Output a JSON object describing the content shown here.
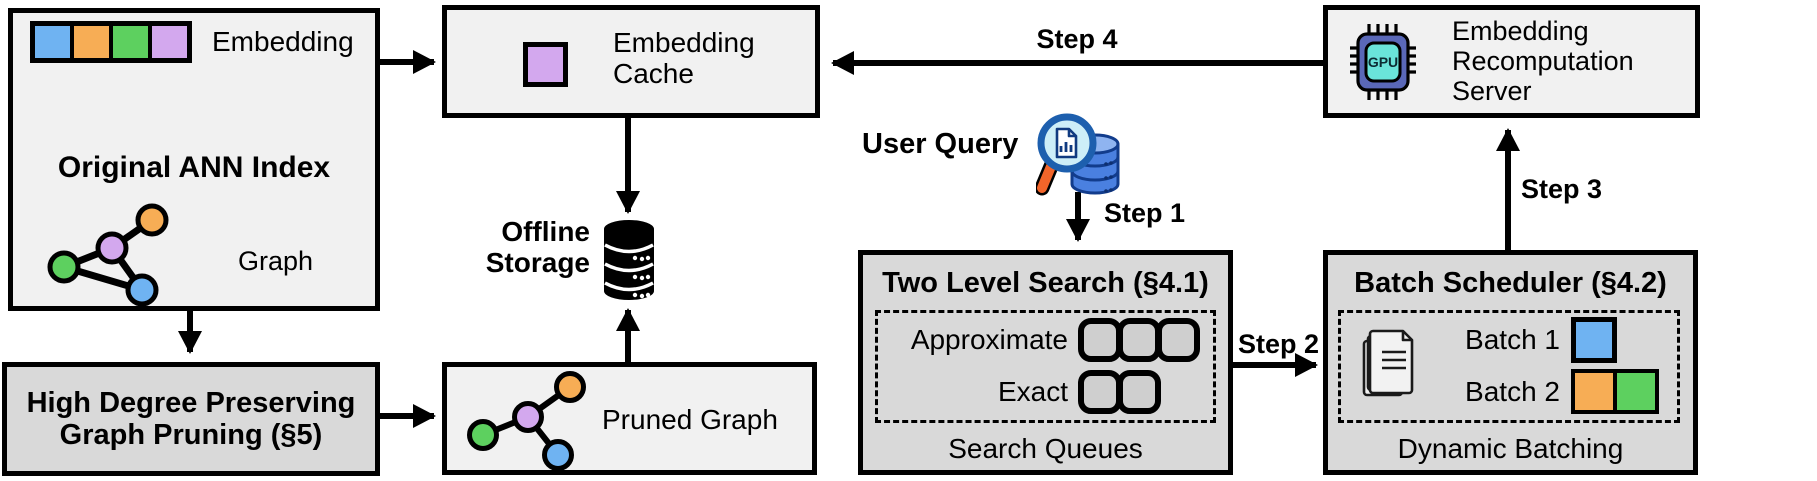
{
  "diagram": {
    "original_ann_index": {
      "title": "Original ANN Index",
      "embedding_label": "Embedding",
      "graph_label": "Graph"
    },
    "high_degree_pruning": {
      "title_line1": "High Degree Preserving",
      "title_line2": "Graph Pruning (§5)"
    },
    "embedding_cache": {
      "title_line1": "Embedding",
      "title_line2": "Cache"
    },
    "offline_storage": {
      "title_line1": "Offline",
      "title_line2": "Storage"
    },
    "pruned_graph": {
      "title": "Pruned Graph"
    },
    "user_query": {
      "title": "User Query"
    },
    "two_level_search": {
      "title": "Two Level Search (§4.1)",
      "approximate_label": "Approximate",
      "exact_label": "Exact",
      "footer": "Search Queues",
      "approximate_queue_count": 3,
      "exact_queue_count": 2
    },
    "batch_scheduler": {
      "title": "Batch Scheduler (§4.2)",
      "batch1_label": "Batch 1",
      "batch2_label": "Batch 2",
      "footer": "Dynamic Batching"
    },
    "recomputation_server": {
      "title_line1": "Embedding",
      "title_line2": "Recomputation",
      "title_line3": "Server",
      "chip_label": "GPU"
    },
    "steps": {
      "step1": "Step 1",
      "step2": "Step 2",
      "step3": "Step 3",
      "step4": "Step 4"
    }
  },
  "colors": {
    "blue": "#6fb3f2",
    "orange": "#f7ad55",
    "green": "#5dd05f",
    "purple": "#d3a8ee",
    "box_light": "#f1f1f1",
    "box_dark": "#d9d9d9",
    "queue_fill": "#cfcfcf",
    "gpu_chip_outer": "#5a68b8",
    "gpu_chip_inner": "#6ae4da",
    "query_db_blue": "#4a80e0",
    "query_db_top": "#8fb4f0",
    "query_lens": "#cdeef8",
    "query_handle": "#f2652a"
  }
}
